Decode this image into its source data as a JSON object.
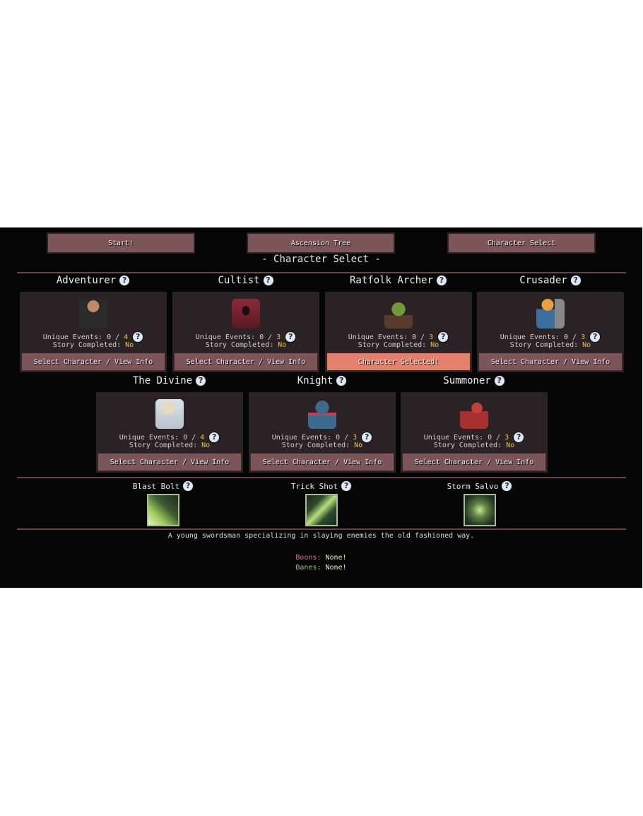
{
  "nav": {
    "start": "Start!",
    "ascension": "Ascension Tree",
    "character_select": "Character Select"
  },
  "section_title": "- Character Select -",
  "labels": {
    "unique_events": "Unique Events:",
    "story_completed": "Story Completed:",
    "select_button": "Select Character / View Info",
    "selected_button": "Character Selected!",
    "help": "?"
  },
  "characters": [
    {
      "name": "Adventurer",
      "events_done": "0",
      "events_total": "4",
      "story": "No",
      "selected": false
    },
    {
      "name": "Cultist",
      "events_done": "0",
      "events_total": "3",
      "story": "No",
      "selected": false
    },
    {
      "name": "Ratfolk Archer",
      "events_done": "0",
      "events_total": "3",
      "story": "No",
      "selected": true
    },
    {
      "name": "Crusader",
      "events_done": "0",
      "events_total": "3",
      "story": "No",
      "selected": false
    },
    {
      "name": "The Divine",
      "events_done": "0",
      "events_total": "4",
      "story": "No",
      "selected": false
    },
    {
      "name": "Knight",
      "events_done": "0",
      "events_total": "3",
      "story": "No",
      "selected": false
    },
    {
      "name": "Summoner",
      "events_done": "0",
      "events_total": "3",
      "story": "No",
      "selected": false
    }
  ],
  "skills": [
    {
      "name": "Blast Bolt"
    },
    {
      "name": "Trick Shot"
    },
    {
      "name": "Storm Salvo"
    }
  ],
  "description": "A young swordsman specializing in slaying enemies the old fashioned way.",
  "boons": {
    "label": "Boons:",
    "value": "None!"
  },
  "banes": {
    "label": "Banes:",
    "value": "None!"
  },
  "colors": {
    "button": "#7b5558",
    "selected_button": "#e3806c",
    "card": "#2b2226",
    "divider": "#6e4046",
    "highlight": "#e8c24a",
    "boons": "#d47b92",
    "banes": "#a8c070"
  }
}
